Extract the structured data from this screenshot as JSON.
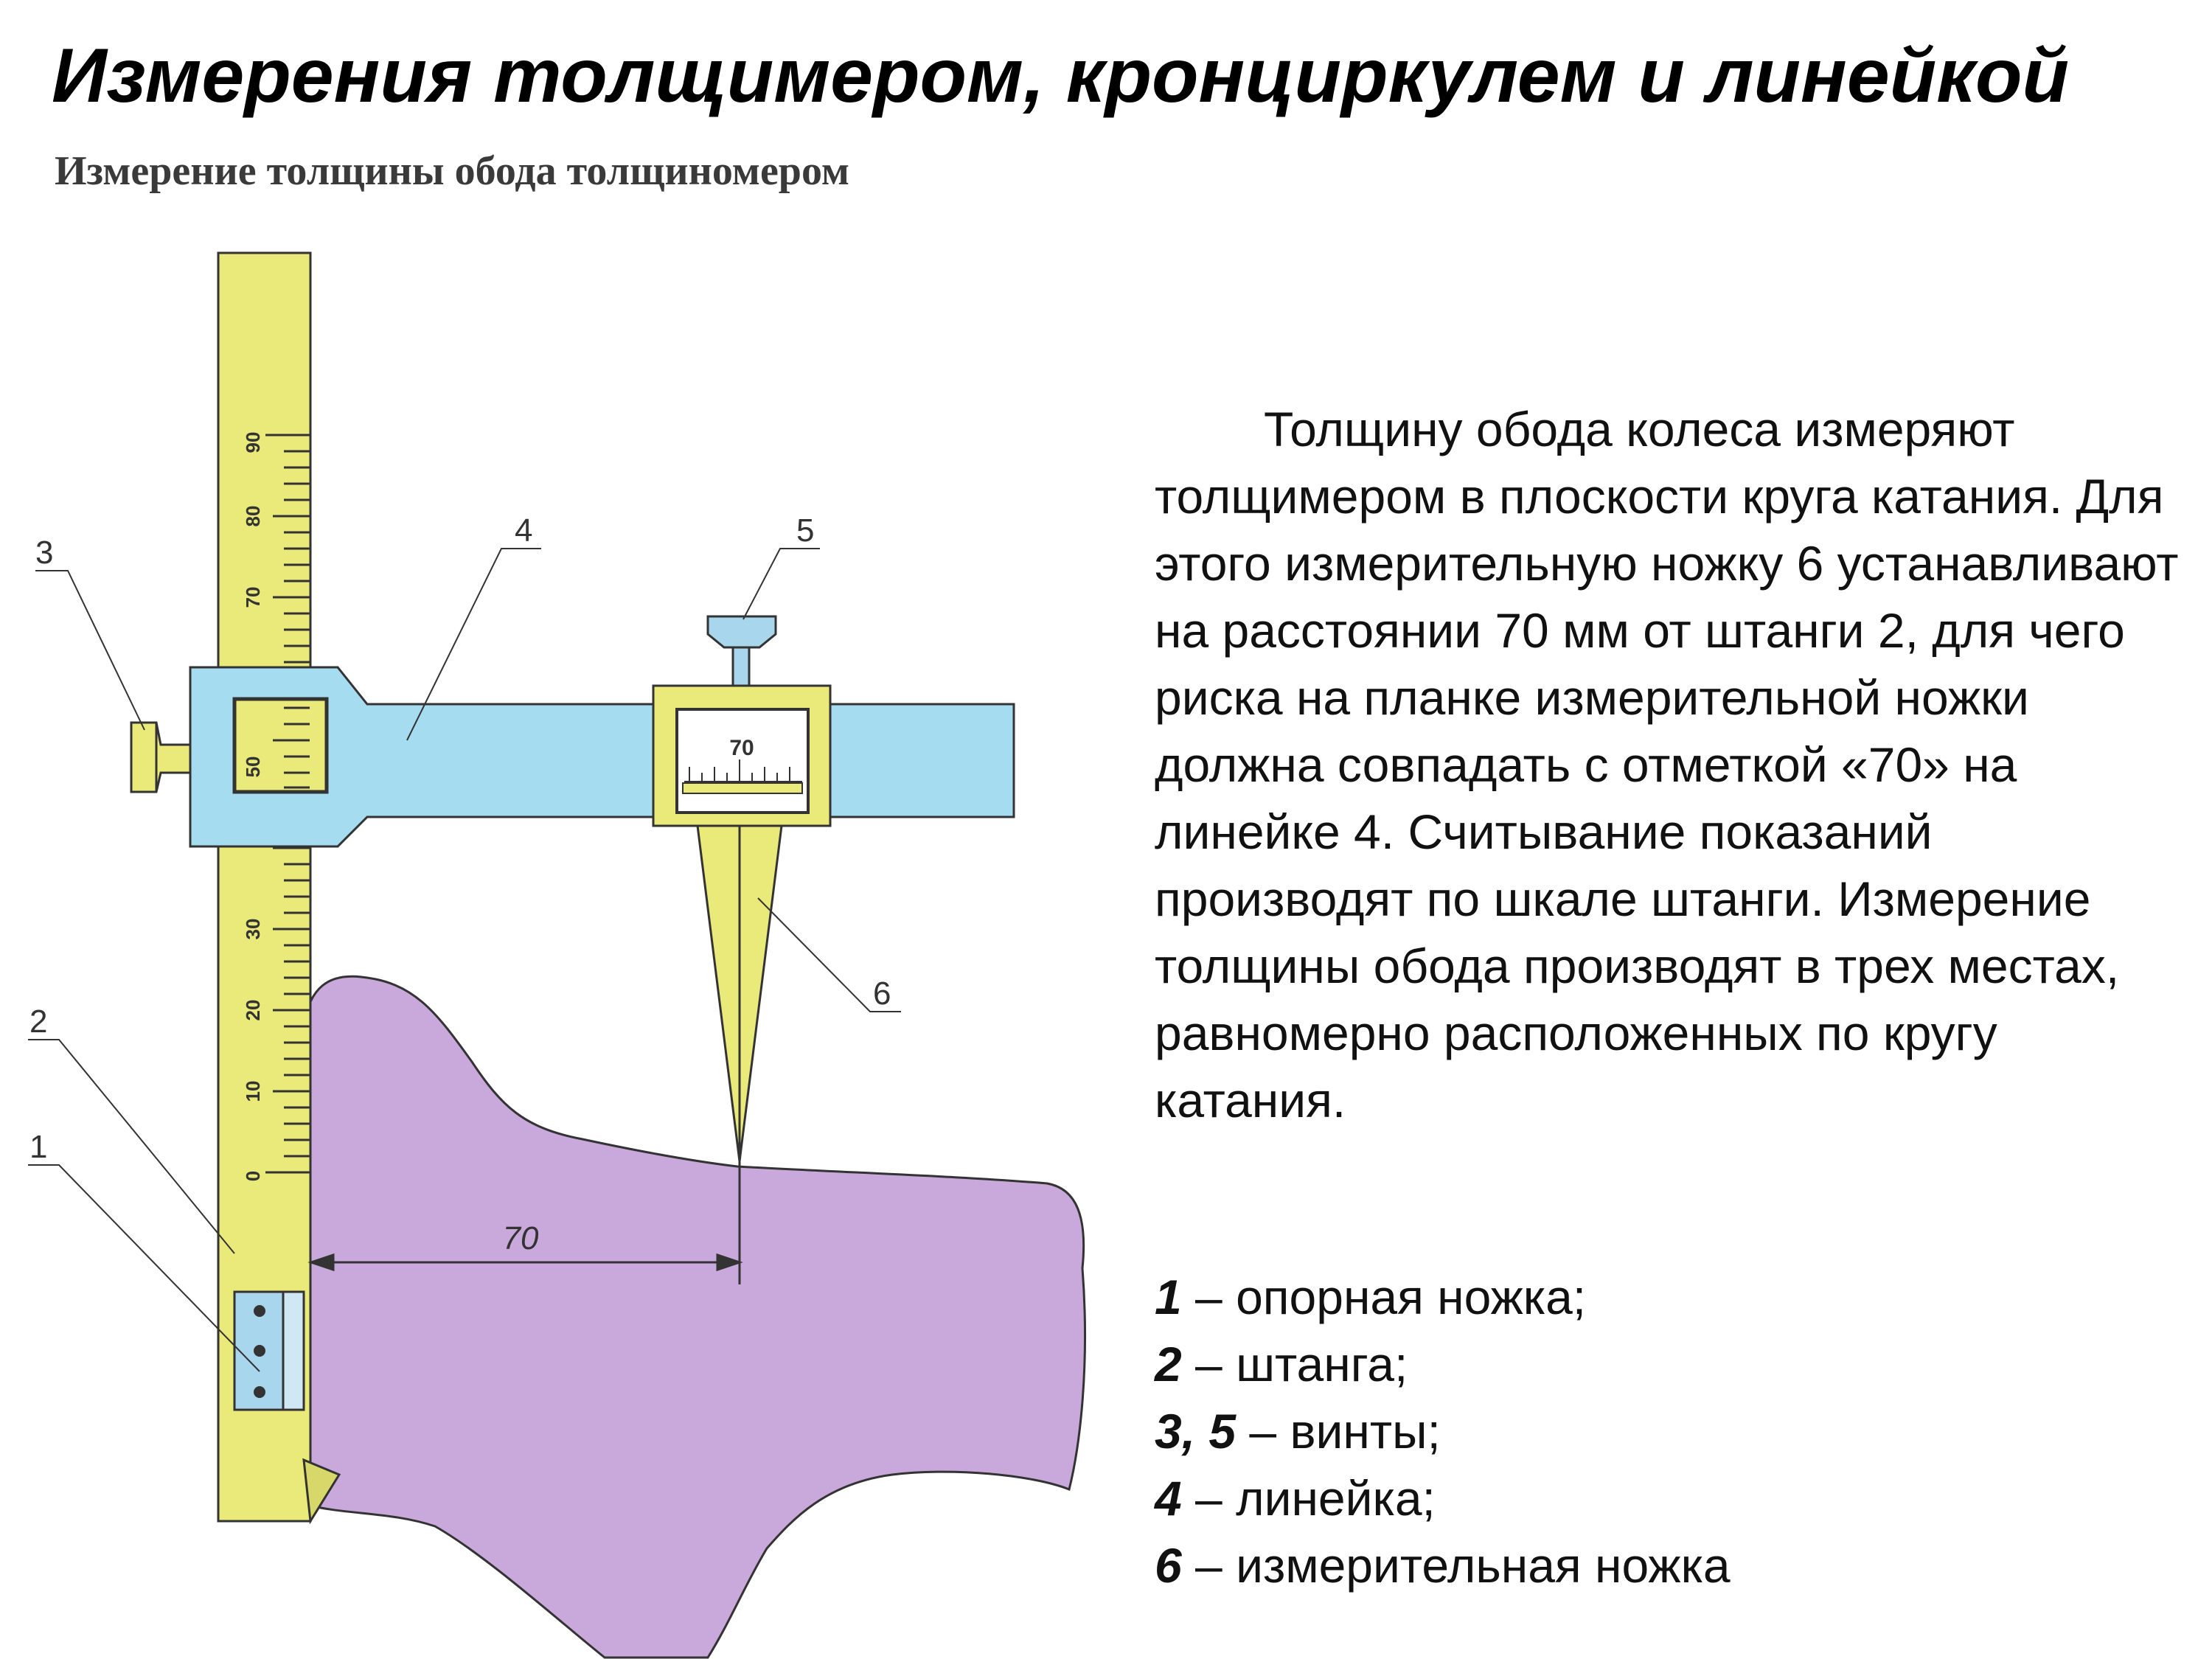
{
  "title": "Измерения толщимером, кронциркулем и линейкой",
  "subtitle": "Измерение толщины обода толщиномером",
  "description": "Толщину обода колеса измеряют толщимером в плоскости круга катания. Для этого измерительную ножку 6 устанавливают на расстоянии 70 мм от штанги 2, для чего риска на планке измерительной ножки должна совпадать с отметкой «70» на линейке 4. Считывание показаний производят по шкале штанги. Измерение толщины обода производят в трех местах, равномерно расположенных по кругу катания.",
  "legend": [
    {
      "num": "1",
      "text": " – опорная ножка;"
    },
    {
      "num": "2",
      "text": " – штанга;"
    },
    {
      "num": "3, 5",
      "text": " – винты;"
    },
    {
      "num": "4",
      "text": " – линейка;"
    },
    {
      "num": "6",
      "text": " – измерительная ножка"
    }
  ],
  "diagram": {
    "callouts": [
      "1",
      "2",
      "3",
      "4",
      "5",
      "6"
    ],
    "scale_labels": [
      "0",
      "10",
      "20",
      "30",
      "50",
      "70",
      "80",
      "90"
    ],
    "dial_value": "70",
    "dimension_label": "70"
  },
  "colors": {
    "bar": "#eaea7a",
    "slider": "#a6dcf0",
    "foot": "#a8d6ec",
    "rim": "#c9a9dc",
    "outline": "#333333"
  }
}
